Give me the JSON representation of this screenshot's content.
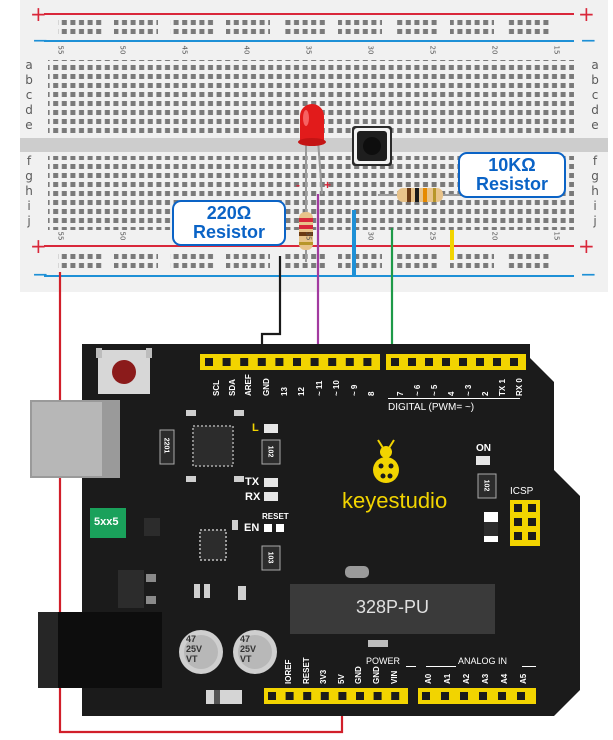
{
  "breadboard": {
    "rail_plus": "+",
    "rail_minus": "−",
    "row_letters_top": [
      "a",
      "b",
      "c",
      "d",
      "e"
    ],
    "row_letters_bottom": [
      "f",
      "g",
      "h",
      "i",
      "j"
    ],
    "column_numbers": [
      "55",
      "50",
      "45",
      "40",
      "35",
      "30",
      "25",
      "20",
      "15"
    ]
  },
  "callouts": {
    "resistor_220": {
      "value": "220Ω",
      "word": "Resistor"
    },
    "resistor_10k": {
      "value": "10KΩ",
      "word": "Resistor"
    }
  },
  "led": {
    "minus": "-",
    "plus": "+"
  },
  "board": {
    "brand": "keyestudio",
    "chip": "328P-PU",
    "digital_label": "DIGITAL  (PWM= ~)",
    "top_pins": [
      "SCL",
      "SDA",
      "AREF",
      "GND",
      "13",
      "12",
      "~ 11",
      "~ 10",
      "~ 9",
      "8",
      "7",
      "~ 6",
      "~ 5",
      "4",
      "~ 3",
      "2",
      "TX 1",
      "RX 0"
    ],
    "led_labels": {
      "l": "L",
      "tx": "TX",
      "rx": "RX",
      "on": "ON"
    },
    "en": "EN",
    "reset": "RESET",
    "icsp": "ICSP",
    "power_label": "POWER",
    "analog_label": "ANALOG IN",
    "power_pins": [
      "IOREF",
      "RESET",
      "3V3",
      "5V",
      "GND",
      "GND",
      "VIN"
    ],
    "analog_pins": [
      "A0",
      "A1",
      "A2",
      "A3",
      "A4",
      "A5"
    ],
    "fuse": "5xx5",
    "cap_text": [
      "47",
      "25V",
      "VT"
    ],
    "smd_codes": [
      "102",
      "102",
      "103",
      "2201"
    ]
  },
  "colors": {
    "rail_red": "#d9273a",
    "rail_blue": "#1e90d6",
    "wire_black": "#1a1a1a",
    "wire_purple": "#a23aa0",
    "wire_green": "#1e9a48",
    "wire_red": "#d11f2a",
    "board_black": "#1b1b1b",
    "header_yellow": "#f2d400",
    "callout_blue": "#0a63c6"
  }
}
